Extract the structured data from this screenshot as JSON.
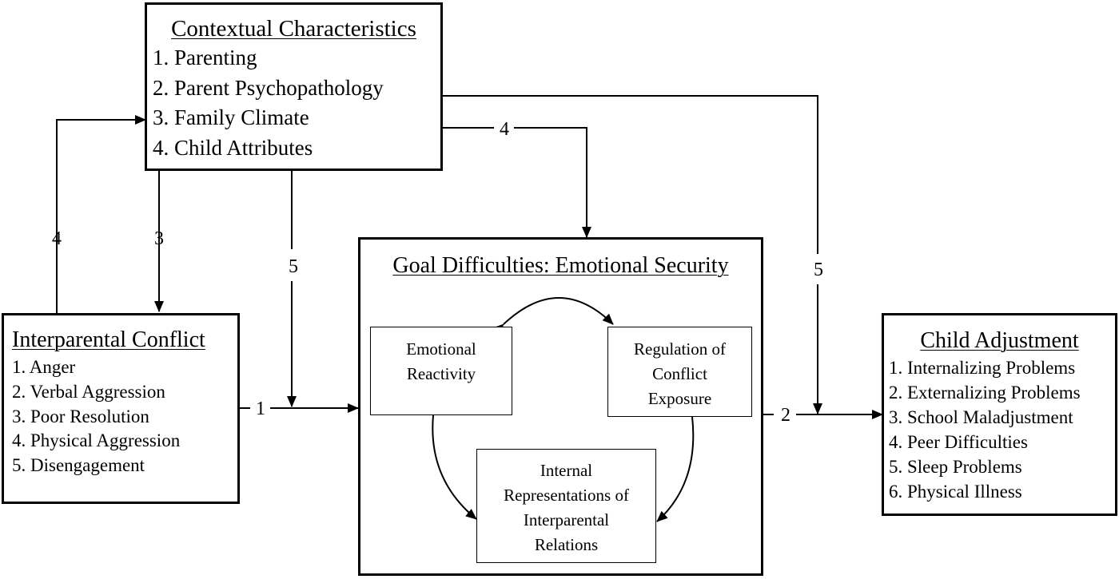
{
  "contextual": {
    "title": "Contextual Characteristics",
    "items": [
      "1. Parenting",
      "2. Parent Psychopathology",
      "3. Family Climate",
      "4. Child Attributes"
    ]
  },
  "interparental": {
    "title": "Interparental Conflict",
    "items": [
      "1. Anger",
      "2. Verbal Aggression",
      "3. Poor Resolution",
      "4. Physical Aggression",
      "5. Disengagement"
    ]
  },
  "goal": {
    "title": "Goal Difficulties: Emotional Security",
    "emotional_reactivity": [
      "Emotional",
      "Reactivity"
    ],
    "regulation": [
      "Regulation of",
      "Conflict",
      "Exposure"
    ],
    "internal": [
      "Internal",
      "Representations of",
      "Interparental",
      "Relations"
    ]
  },
  "child": {
    "title": "Child Adjustment",
    "items": [
      "1. Internalizing Problems",
      "2. Externalizing Problems",
      "3. School Maladjustment",
      "4. Peer Difficulties",
      "5. Sleep Problems",
      "6. Physical Illness"
    ]
  },
  "paths": {
    "p1": "1",
    "p2": "2",
    "p3": "3",
    "p4_left": "4",
    "p4_top": "4",
    "p5_left": "5",
    "p5_right": "5"
  }
}
